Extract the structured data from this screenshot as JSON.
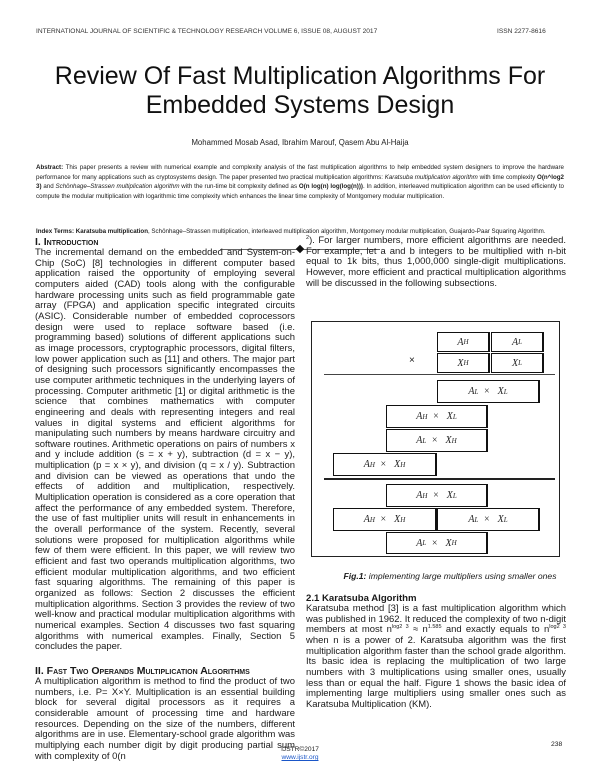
{
  "header": {
    "journal": "INTERNATIONAL JOURNAL OF SCIENTIFIC & TECHNOLOGY RESEARCH VOLUME 6, ISSUE 08, AUGUST 2017",
    "issn": "ISSN 2277-8616"
  },
  "title_line1": "Review Of Fast Multiplication Algorithms For",
  "title_line2": "Embedded Systems Design",
  "authors": "Mohammed Mosab Asad, Ibrahim Marouf, Qasem Abu Al-Haija",
  "abstract": {
    "label": "Abstract:",
    "text1": " This paper presents a review with numerical example and complexity analysis of the fast multiplication algorithms to help embedded system designers to improve the hardware performance for many applications such as cryptosystems design. The paper presented two practical multiplication algorithms: ",
    "karatsuba": "Karatsuba multiplication algorithm",
    "text2": " with time complexity ",
    "complexity1": "O(n^log2 3)",
    "text3": " and ",
    "schonhage": "Schönhage–Strassen multiplication algorithm",
    "text4": " with the run-time bit complexity defined as ",
    "complexity2": "O(n log(n) log(log(n)))",
    "text5": ". In addition, interleaved multiplication algorithm can be used efficiently to compute the modular multiplication with logarithmic time complexity which enhances the linear time complexity of Montgomery modular multiplication."
  },
  "index_terms": {
    "label": "Index Terms:",
    "bold": " Karatsuba multiplication",
    "rest": ", Schönhage–Strassen multiplication, interleaved multiplication algorithm, Montgomery modular multiplication, Guajardo-Paar Squaring Algorithm."
  },
  "section1": {
    "heading": "I. Introduction",
    "text": "The incremental demand on the embedded and System-on-Chip (SoC) [8] technologies in different computer based application raised the opportunity of employing several computers aided (CAD) tools along with the configurable hardware processing units such as field programmable gate array (FPGA) and application specific integrated circuits (ASIC). Considerable number of embedded coprocessors design were used to replace software based (i.e. programming based) solutions of different applications such as image processors, cryptographic processors, digital filters, low power application such as [11] and others. The major part of designing such processors significantly encompasses the use computer arithmetic techniques in the underlying layers of processing. Computer arithmetic [1] or digital arithmetic is the science that combines mathematics with computer engineering and deals with representing integers and real values in digital systems and efficient algorithms for manipulating such numbers by means hardware circuitry and software routines. Arithmetic operations on pairs of numbers x and y include addition (s = x + y), subtraction (d = x − y), multiplication (p = x × y), and division (q = x / y). Subtraction and division can be viewed as operations that undo the effects of addition and multiplication, respectively. Multiplication operation is considered as a core operation that affect the performance of any embedded system. Therefore, the use of fast multiplier units will result in enhancements in the overall performance of the system. Recently, several solutions were proposed for multiplication algorithms while few of them were efficient. In this paper, we will review two efficient and fast two operands multiplication algorithms, two efficient modular multiplication algorithms, and two efficient fast squaring algorithms. The remaining of this paper is organized as follows: Section 2 discusses the efficient multiplication algorithms. Section 3 provides the review of two well-know and practical modular multiplication algorithms with numerical examples. Section 4 discusses two fast squaring algorithms with numerical examples. Finally, Section 5 concludes the paper."
  },
  "section2": {
    "heading": "II. Fast Two Operands Multiplication Algorithms",
    "text_a": "A multiplication algorithm is method to find the product of two numbers, i.e. P= X×Y. Multiplication is an essential building block for several digital processors as it requires a considerable amount of processing time and hardware resources. Depending on the size of the numbers, different algorithms are in use. Elementary-school grade algorithm was multiplying each number digit by digit producing partial sum with complexity of 0(n",
    "text_a_sup": "2",
    "text_b": "). For larger numbers, more efficient algorithms are needed. For example, let a and b integers to be multiplied with n-bit equal to 1k bits, thus 1,000,000 single-digit multiplications. However, more efficient and practical multiplication algorithms will be discussed in the following subsections."
  },
  "figure": {
    "row1": [
      "A_H",
      "A_L"
    ],
    "times": "×",
    "row2": [
      "X_H",
      "X_L"
    ],
    "partials": [
      "A_L × X_L",
      "A_H × X_L",
      "A_L × X_H",
      "A_H × X_H"
    ],
    "result": [
      "A_H × X_L",
      "A_H × X_H",
      "A_L × X_L",
      "A_L × X_H"
    ],
    "caption_label": "Fig.1:",
    "caption_text": " implementing large multipliers using smaller ones"
  },
  "subsection21": {
    "heading": "2.1 Karatsuba Algorithm",
    "t1": "Karatsuba method [3] is a fast multiplication algorithm which was published in 1962. It reduced the complexity of two n-digit members at most n",
    "sup1": "log2 3",
    "t2": " ≈ n",
    "sup2": "1.585",
    "t3": " and exactly equals to n",
    "sup3": "log2 3",
    "t4": " when n is a power of 2. Karatsuba algorithm was the first multiplication algorithm faster than the school grade algorithm. Its basic idea is replacing the multiplication of two large numbers with 3 multiplications using smaller ones, usually less than or equal the half. Figure 1 shows the basic idea of implementing large multipliers using smaller ones such as Karatsuba Multiplication (KM)."
  },
  "footer": {
    "copyright": "IJSTR©2017",
    "url": "www.ijstr.org",
    "page": "238"
  }
}
